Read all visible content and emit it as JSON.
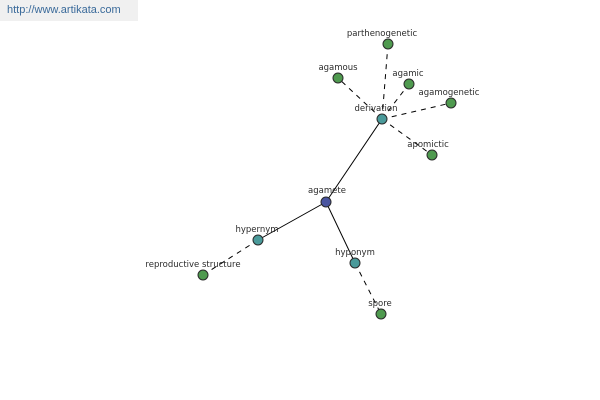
{
  "header": {
    "site_link": "http://www.artikata.com"
  },
  "colors": {
    "root": "#4a55a0",
    "relation": "#4a9a9a",
    "leaf": "#4f9a4f"
  },
  "graph": {
    "root": {
      "id": "agamete",
      "label": "agamete"
    },
    "relations": [
      {
        "id": "derivation",
        "label": "derivation"
      },
      {
        "id": "hypernym",
        "label": "hypernym"
      },
      {
        "id": "hyponym",
        "label": "hyponym"
      }
    ],
    "leaves": [
      {
        "id": "parthenogenetic",
        "label": "parthenogenetic",
        "relation": "derivation"
      },
      {
        "id": "agamous",
        "label": "agamous",
        "relation": "derivation"
      },
      {
        "id": "agamic",
        "label": "agamic",
        "relation": "derivation"
      },
      {
        "id": "agamogenetic",
        "label": "agamogenetic",
        "relation": "derivation"
      },
      {
        "id": "apomictic",
        "label": "apomictic",
        "relation": "derivation"
      },
      {
        "id": "reproductive-structure",
        "label": "reproductive structure",
        "relation": "hypernym"
      },
      {
        "id": "spore",
        "label": "spore",
        "relation": "hyponym"
      }
    ]
  }
}
